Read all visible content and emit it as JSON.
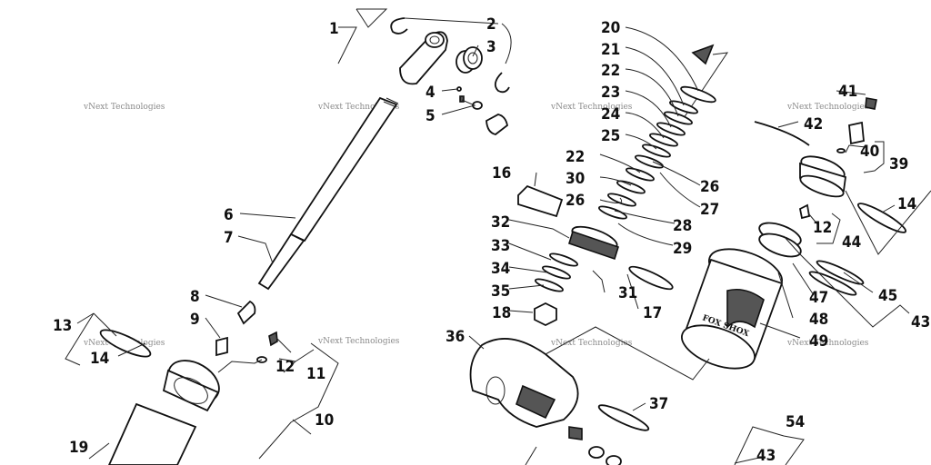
{
  "watermark": "vNext Technologies",
  "brand_text": "FOX SHOX",
  "callouts": [
    {
      "id": "c1",
      "text": "1"
    },
    {
      "id": "c2",
      "text": "2"
    },
    {
      "id": "c3",
      "text": "3"
    },
    {
      "id": "c4",
      "text": "4"
    },
    {
      "id": "c5",
      "text": "5"
    },
    {
      "id": "c6",
      "text": "6"
    },
    {
      "id": "c7",
      "text": "7"
    },
    {
      "id": "c8",
      "text": "8"
    },
    {
      "id": "c9",
      "text": "9"
    },
    {
      "id": "c10",
      "text": "10"
    },
    {
      "id": "c11",
      "text": "11"
    },
    {
      "id": "c12a",
      "text": "12"
    },
    {
      "id": "c13",
      "text": "13"
    },
    {
      "id": "c14a",
      "text": "14"
    },
    {
      "id": "c16",
      "text": "16"
    },
    {
      "id": "c17",
      "text": "17"
    },
    {
      "id": "c18",
      "text": "18"
    },
    {
      "id": "c19",
      "text": "19"
    },
    {
      "id": "c20",
      "text": "20"
    },
    {
      "id": "c21",
      "text": "21"
    },
    {
      "id": "c22a",
      "text": "22"
    },
    {
      "id": "c23",
      "text": "23"
    },
    {
      "id": "c24",
      "text": "24"
    },
    {
      "id": "c25",
      "text": "25"
    },
    {
      "id": "c26a",
      "text": "26"
    },
    {
      "id": "c27",
      "text": "27"
    },
    {
      "id": "c22b",
      "text": "22"
    },
    {
      "id": "c30",
      "text": "30"
    },
    {
      "id": "c26b",
      "text": "26"
    },
    {
      "id": "c28",
      "text": "28"
    },
    {
      "id": "c29",
      "text": "29"
    },
    {
      "id": "c32",
      "text": "32"
    },
    {
      "id": "c33",
      "text": "33"
    },
    {
      "id": "c34",
      "text": "34"
    },
    {
      "id": "c35",
      "text": "35"
    },
    {
      "id": "c31",
      "text": "31"
    },
    {
      "id": "c36",
      "text": "36"
    },
    {
      "id": "c37",
      "text": "37"
    },
    {
      "id": "c41",
      "text": "41"
    },
    {
      "id": "c42",
      "text": "42"
    },
    {
      "id": "c40",
      "text": "40"
    },
    {
      "id": "c39",
      "text": "39"
    },
    {
      "id": "c14b",
      "text": "14"
    },
    {
      "id": "c12b",
      "text": "12"
    },
    {
      "id": "c44",
      "text": "44"
    },
    {
      "id": "c45",
      "text": "45"
    },
    {
      "id": "c47",
      "text": "47"
    },
    {
      "id": "c48",
      "text": "48"
    },
    {
      "id": "c49",
      "text": "49"
    },
    {
      "id": "c43a",
      "text": "43"
    },
    {
      "id": "c54",
      "text": "54"
    },
    {
      "id": "c43b",
      "text": "43"
    }
  ]
}
